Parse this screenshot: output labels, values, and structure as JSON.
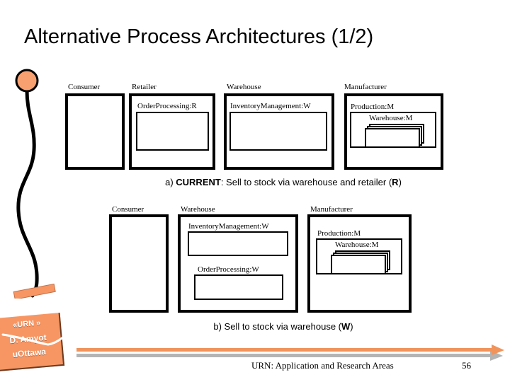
{
  "slide": {
    "title": "Alternative Process Architectures (1/2)",
    "page_number": "56",
    "footer_text": "URN: Application and Research Areas"
  },
  "logo": {
    "line1": "«URN »",
    "line2": "D. Amyot",
    "line3": "uOttawa",
    "plate_color": "#F79663"
  },
  "colors": {
    "accent_orange": "#F79663",
    "pin_fill": "#F9A070",
    "arrow_orange": "#F0945C",
    "arrow_gray": "#B4B4B4",
    "line_black": "#000000"
  },
  "diagram_a": {
    "caption_prefix": "a) ",
    "caption_bold": "CURRENT",
    "caption_rest": ": Sell to stock via warehouse and retailer (",
    "caption_bold2": "R",
    "caption_end": ")",
    "actors": [
      {
        "name": "Consumer",
        "components": []
      },
      {
        "name": "Retailer",
        "components": [
          "OrderProcessing:R"
        ]
      },
      {
        "name": "Warehouse",
        "components": [
          "InventoryManagement:W"
        ]
      },
      {
        "name": "Manufacturer",
        "components": [
          "Production:M",
          "Warehouse:M"
        ]
      }
    ],
    "labels": {
      "consumer": "Consumer",
      "retailer": "Retailer",
      "order_processing_r": "OrderProcessing:R",
      "warehouse": "Warehouse",
      "inventory_management_w": "InventoryManagement:W",
      "manufacturer": "Manufacturer",
      "production_m": "Production:M",
      "warehouse_m": "Warehouse:M"
    }
  },
  "diagram_b": {
    "caption_prefix": "b) Sell to stock via warehouse (",
    "caption_bold": "W",
    "caption_end": ")",
    "actors": [
      {
        "name": "Consumer",
        "components": []
      },
      {
        "name": "Warehouse",
        "components": [
          "InventoryManagement:W",
          "OrderProcessing:W"
        ]
      },
      {
        "name": "Manufacturer",
        "components": [
          "Production:M",
          "Warehouse:M"
        ]
      }
    ],
    "labels": {
      "consumer": "Consumer",
      "warehouse": "Warehouse",
      "inventory_management_w": "InventoryManagement:W",
      "order_processing_w": "OrderProcessing:W",
      "manufacturer": "Manufacturer",
      "production_m": "Production:M",
      "warehouse_m": "Warehouse:M"
    }
  }
}
